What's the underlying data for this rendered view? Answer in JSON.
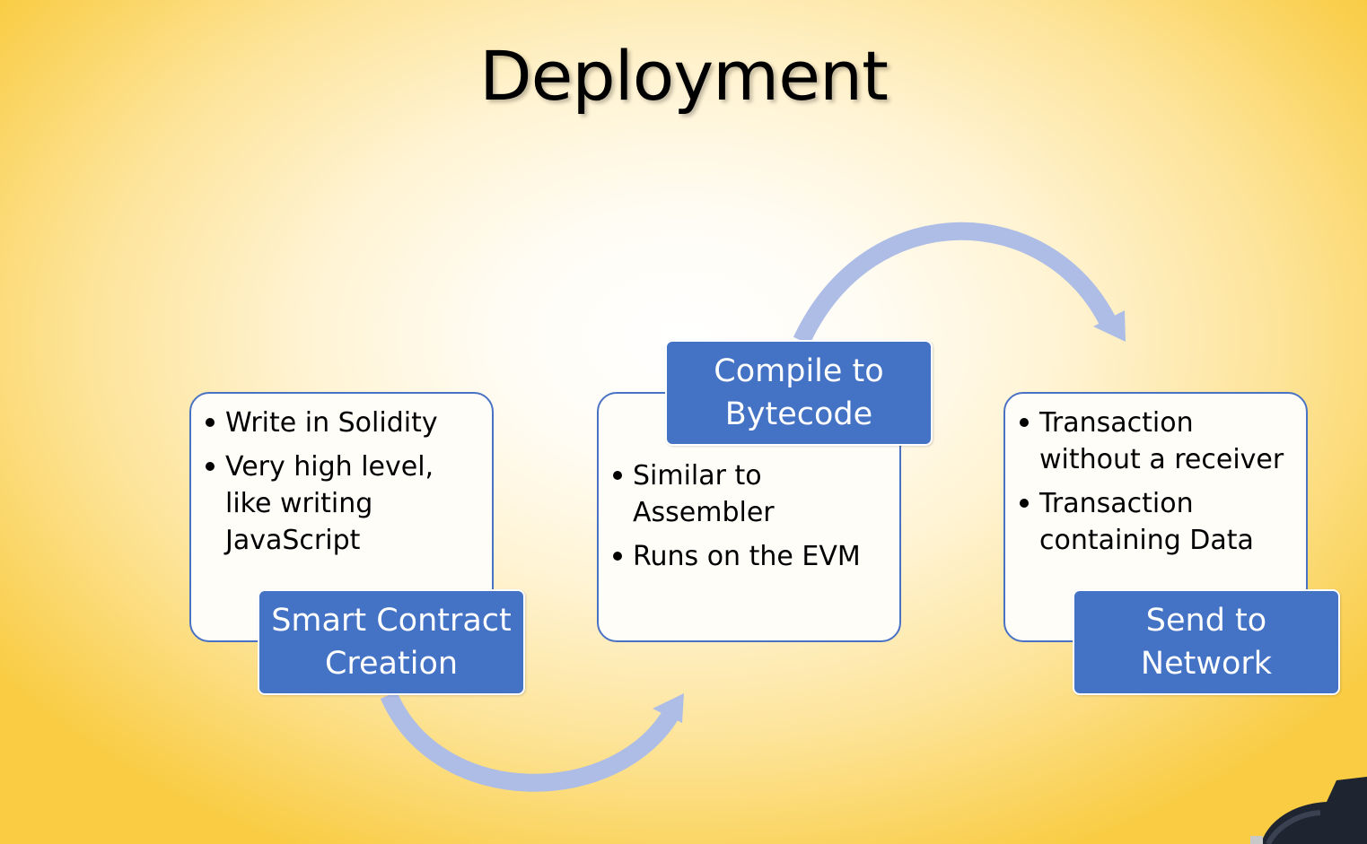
{
  "title": "Deployment",
  "steps": [
    {
      "label_lines": [
        "Smart Contract",
        "Creation"
      ],
      "bullets": [
        {
          "lines": [
            "Write in Solidity"
          ]
        },
        {
          "lines": [
            "Very high level,",
            "like writing",
            "JavaScript"
          ]
        }
      ]
    },
    {
      "label_lines": [
        "Compile to",
        "Bytecode"
      ],
      "bullets": [
        {
          "lines": [
            "Similar to",
            "Assembler"
          ]
        },
        {
          "lines": [
            "Runs on the EVM"
          ]
        }
      ]
    },
    {
      "label_lines": [
        "Send to",
        "Network"
      ],
      "bullets": [
        {
          "lines": [
            "Transaction",
            "without a receiver"
          ]
        },
        {
          "lines": [
            "Transaction",
            "containing Data"
          ]
        }
      ]
    }
  ],
  "colors": {
    "label_fill": "#4472c4",
    "card_border": "#4a72c4",
    "arrow": "#aebde6",
    "background_edge": "#f9cc43"
  }
}
